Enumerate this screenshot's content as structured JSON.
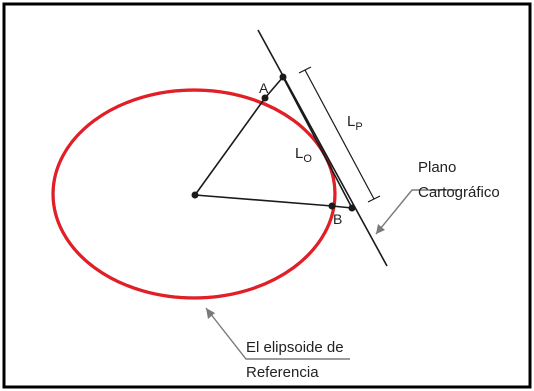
{
  "labels": {
    "point_a": "A",
    "point_b": "B",
    "l_o_main": "L",
    "l_o_sub": "O",
    "l_p_main": "L",
    "l_p_sub": "P",
    "plane_line1": "Plano",
    "plane_line2": "Cartográfico",
    "ellipsoid_line1": "El elipsoide de",
    "ellipsoid_line2": "Referencia"
  },
  "colors": {
    "ellipse_stroke": "#e31e24",
    "ellipse_inner_hint": "#3a7bd5",
    "line_color": "#1a1a1a",
    "leader_color": "#7a7a7a",
    "frame_color": "#000000"
  }
}
